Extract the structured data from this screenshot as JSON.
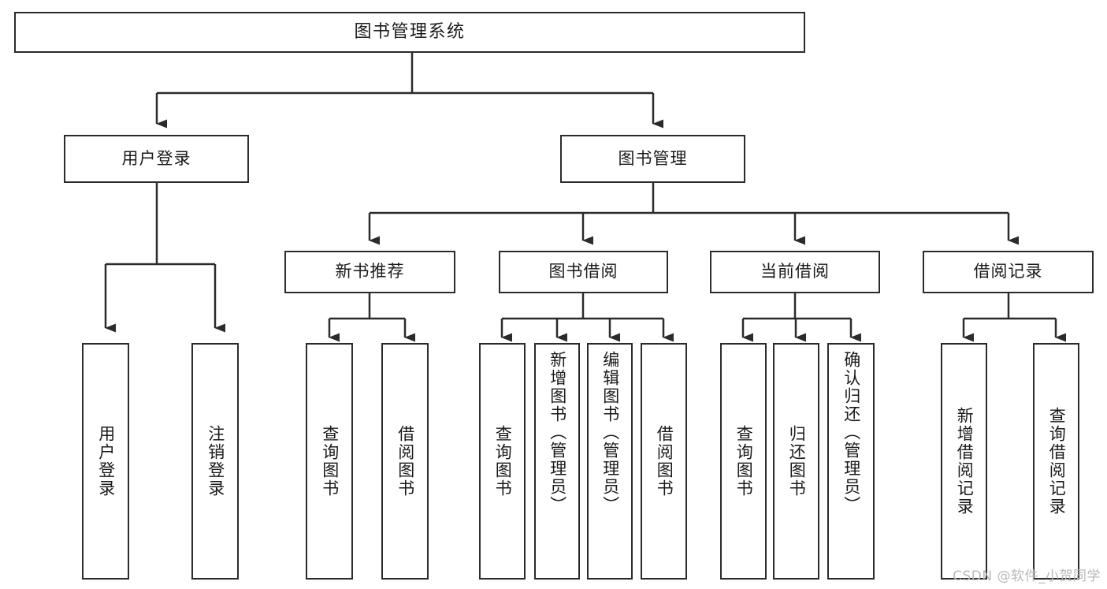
{
  "diagram": {
    "type": "tree-hierarchy",
    "title": "图书管理系统",
    "stroke_color": "#2b2b2b",
    "fill_color": "#ffffff",
    "text_color": "#1a1a1a"
  },
  "nodes": {
    "root": {
      "label": "图书管理系统"
    },
    "level2": [
      {
        "label": "用户登录"
      },
      {
        "label": "图书管理"
      }
    ],
    "level3": [
      {
        "label": "新书推荐"
      },
      {
        "label": "图书借阅"
      },
      {
        "label": "当前借阅"
      },
      {
        "label": "借阅记录"
      }
    ],
    "leaves_user_login": [
      {
        "label": "用户登录"
      },
      {
        "label": "注销登录"
      }
    ],
    "leaves_new_book": [
      {
        "label": "查询图书"
      },
      {
        "label": "借阅图书"
      }
    ],
    "leaves_borrow": [
      {
        "label": "查询图书"
      },
      {
        "label": "新增图书（管理员）"
      },
      {
        "label": "编辑图书（管理员）"
      },
      {
        "label": "借阅图书"
      }
    ],
    "leaves_current": [
      {
        "label": "查询图书"
      },
      {
        "label": "归还图书"
      },
      {
        "label": "确认归还（管理员）"
      }
    ],
    "leaves_records": [
      {
        "label": "新增借阅记录"
      },
      {
        "label": "查询借阅记录"
      }
    ]
  },
  "watermark": {
    "text": "CSDN @软件_小贺同学"
  }
}
